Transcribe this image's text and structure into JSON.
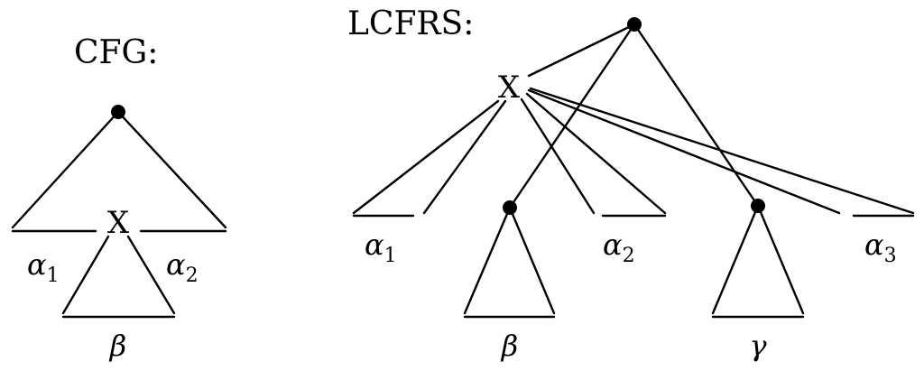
{
  "cfg": {
    "title": "CFG:",
    "node_label": "X",
    "alpha1": {
      "sym": "α",
      "sub": "1"
    },
    "alpha2": {
      "sym": "α",
      "sub": "2"
    },
    "beta": "β"
  },
  "lcfrs": {
    "title": "LCFRS:",
    "node_label": "X",
    "alpha1": {
      "sym": "α",
      "sub": "1"
    },
    "alpha2": {
      "sym": "α",
      "sub": "2"
    },
    "alpha3": {
      "sym": "α",
      "sub": "3"
    },
    "beta": "β",
    "gamma": "γ"
  }
}
